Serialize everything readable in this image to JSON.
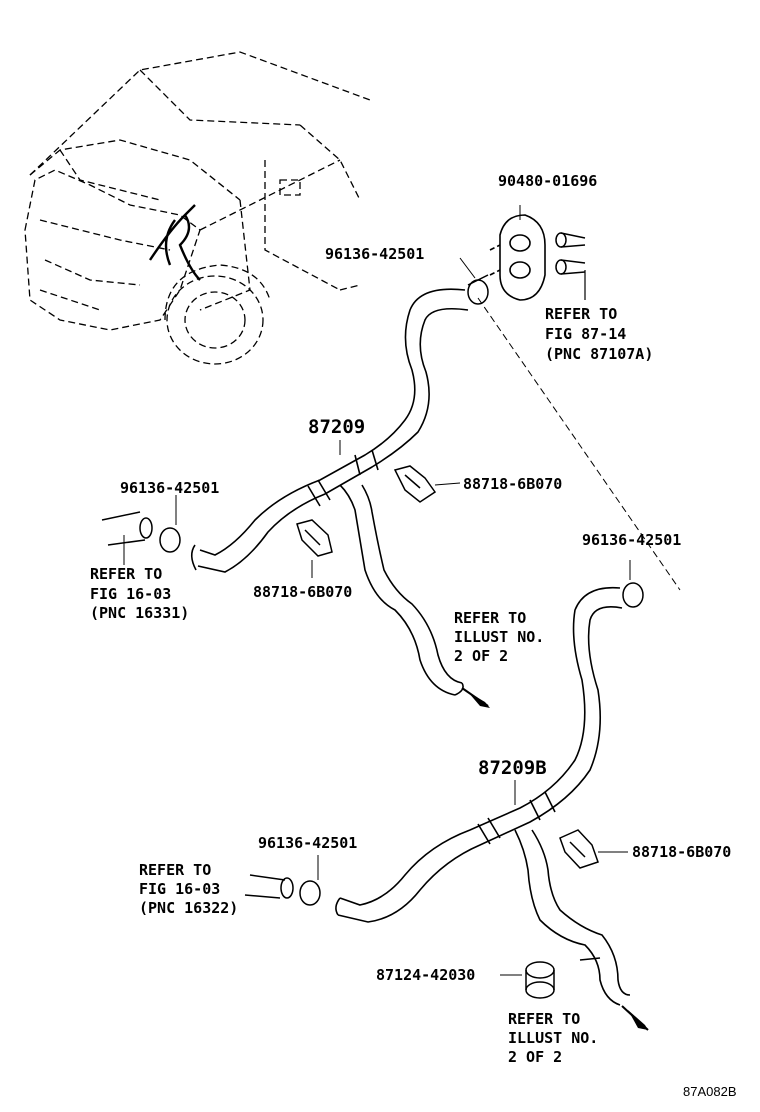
{
  "part_numbers": {
    "p_90480": "90480-01696",
    "clamp_top": "96136-42501",
    "clamp_left": "96136-42501",
    "clamp_right": "96136-42501",
    "clamp_bottom": "96136-42501",
    "hose_87209": "87209",
    "hose_87209b": "87209B",
    "clip_a": "88718-6B070",
    "clip_b": "88718-6B070",
    "clip_c": "88718-6B070",
    "clamp_87124": "87124-42030"
  },
  "notes": {
    "refer_87_14": [
      "REFER TO",
      "FIG 87-14",
      "(PNC 87107A)"
    ],
    "refer_16331": [
      "REFER TO",
      "FIG 16-03",
      "(PNC 16331)"
    ],
    "refer_illust_1": [
      "REFER TO",
      "ILLUST NO.",
      "2 OF 2"
    ],
    "refer_16322": [
      "REFER TO",
      "FIG 16-03",
      "(PNC 16322)"
    ],
    "refer_illust_2": [
      "REFER TO",
      "ILLUST NO.",
      "2 OF 2"
    ]
  },
  "figure_code": "87A082B"
}
